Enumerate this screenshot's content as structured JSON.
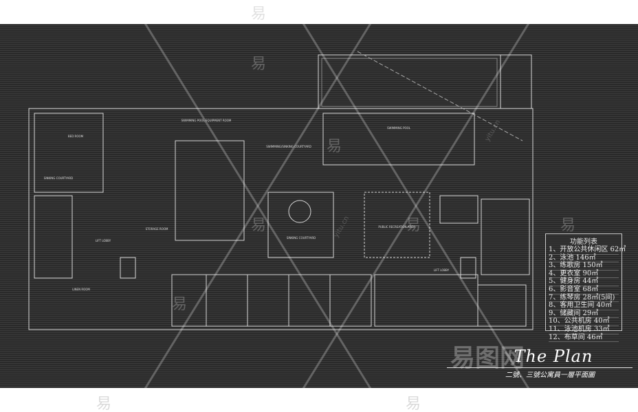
{
  "plan": {
    "rooms": {
      "pool_equipment": "SWIMMING POOL EQUIPMENT ROOM",
      "pool": "SWIMMING POOL",
      "courtyard_top": "SWIMMING/SINKING COURTYARD",
      "sinking_courtyard": "SINKING COURTYARD",
      "public_recreation": "PUBLIC RECREATION AREA",
      "lift_lobby_left": "LIFT LOBBY",
      "lift_lobby_right": "LIFT LOBBY",
      "storage": "STORAGE ROOM",
      "linen": "LINEN ROOM",
      "bed_room": "BED ROOM",
      "sinking_courtyard_left": "SINKING COURTYARD"
    }
  },
  "legend": {
    "title": "功能列表",
    "items": [
      "1、开放公共休闲区 62㎡",
      "2、泳池  146㎡",
      "3、练歌房  150㎡",
      "4、更衣室 90㎡",
      "5、健身房 44㎡",
      "6、影音室 68㎡",
      "7、练琴房  28㎡(5间)",
      "8、客用卫生间 40㎡",
      "9、储藏间 29㎡",
      "10、公共机房 40㎡",
      "11、泳池机房 33㎡",
      "12、布草间  46㎡"
    ]
  },
  "title": {
    "english": "The Plan",
    "chinese": "二號、三號公寓員一層平面圖"
  },
  "watermark": {
    "char": "易",
    "url": "yitu.cn",
    "logo": "易图网"
  }
}
